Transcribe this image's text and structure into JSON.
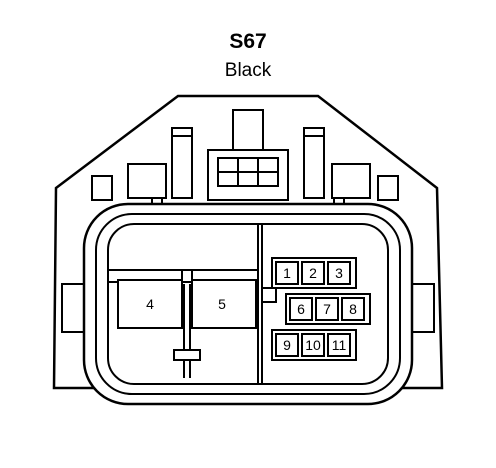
{
  "connector": {
    "id": "S67",
    "color": "Black"
  },
  "pins": [
    {
      "label": "1"
    },
    {
      "label": "2"
    },
    {
      "label": "3"
    },
    {
      "label": "4"
    },
    {
      "label": "5"
    },
    {
      "label": "6"
    },
    {
      "label": "7"
    },
    {
      "label": "8"
    },
    {
      "label": "9"
    },
    {
      "label": "10"
    },
    {
      "label": "11"
    }
  ]
}
